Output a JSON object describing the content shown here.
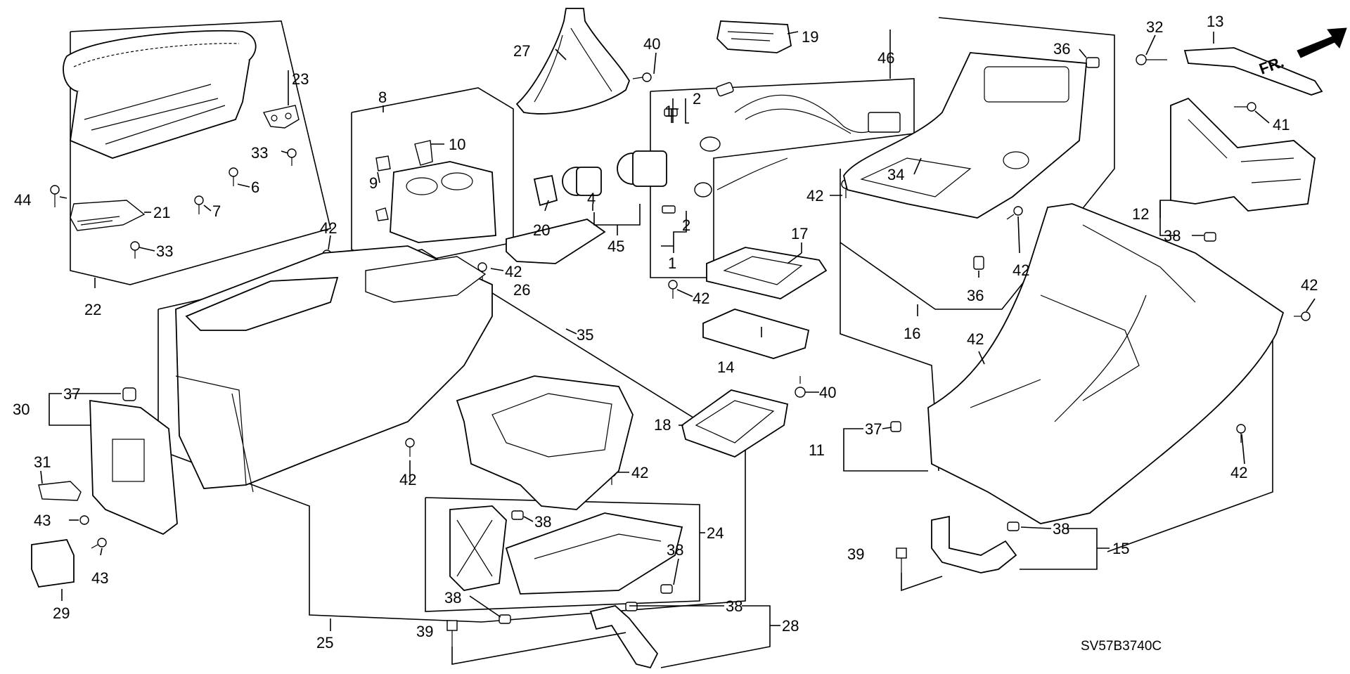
{
  "diagram": {
    "code": "SV57B3740C",
    "direction_label": "FR.",
    "callouts": [
      {
        "id": "c13",
        "text": "13"
      },
      {
        "id": "c32",
        "text": "32"
      },
      {
        "id": "c41",
        "text": "41"
      },
      {
        "id": "c12",
        "text": "12"
      },
      {
        "id": "c38a",
        "text": "38"
      },
      {
        "id": "c42a",
        "text": "42"
      },
      {
        "id": "c42b",
        "text": "42"
      },
      {
        "id": "c42c",
        "text": "42"
      },
      {
        "id": "c36a",
        "text": "36"
      },
      {
        "id": "c36b",
        "text": "36"
      },
      {
        "id": "c46",
        "text": "46"
      },
      {
        "id": "c34",
        "text": "34"
      },
      {
        "id": "c42d",
        "text": "42"
      },
      {
        "id": "c16",
        "text": "16"
      },
      {
        "id": "c42e",
        "text": "42"
      },
      {
        "id": "c37a",
        "text": "37"
      },
      {
        "id": "c11",
        "text": "11"
      },
      {
        "id": "c38b",
        "text": "38"
      },
      {
        "id": "c15",
        "text": "15"
      },
      {
        "id": "c39a",
        "text": "39"
      },
      {
        "id": "c27",
        "text": "27"
      },
      {
        "id": "c40a",
        "text": "40"
      },
      {
        "id": "c19",
        "text": "19"
      },
      {
        "id": "c8",
        "text": "8"
      },
      {
        "id": "c10",
        "text": "10"
      },
      {
        "id": "c9",
        "text": "9"
      },
      {
        "id": "c2a",
        "text": "2"
      },
      {
        "id": "c1a",
        "text": "1"
      },
      {
        "id": "c20",
        "text": "20"
      },
      {
        "id": "c4",
        "text": "4"
      },
      {
        "id": "c45",
        "text": "45"
      },
      {
        "id": "c2b",
        "text": "2"
      },
      {
        "id": "c1b",
        "text": "1"
      },
      {
        "id": "c17",
        "text": "17"
      },
      {
        "id": "c42f",
        "text": "42"
      },
      {
        "id": "c42g",
        "text": "42"
      },
      {
        "id": "c42h",
        "text": "42"
      },
      {
        "id": "c26",
        "text": "26"
      },
      {
        "id": "c35",
        "text": "35"
      },
      {
        "id": "c14",
        "text": "14"
      },
      {
        "id": "c40b",
        "text": "40"
      },
      {
        "id": "c18",
        "text": "18"
      },
      {
        "id": "c42i",
        "text": "42"
      },
      {
        "id": "c42j",
        "text": "42"
      },
      {
        "id": "c23",
        "text": "23"
      },
      {
        "id": "c33a",
        "text": "33"
      },
      {
        "id": "c6",
        "text": "6"
      },
      {
        "id": "c44",
        "text": "44"
      },
      {
        "id": "c21",
        "text": "21"
      },
      {
        "id": "c7",
        "text": "7"
      },
      {
        "id": "c33b",
        "text": "33"
      },
      {
        "id": "c22",
        "text": "22"
      },
      {
        "id": "c30",
        "text": "30"
      },
      {
        "id": "c37b",
        "text": "37"
      },
      {
        "id": "c31",
        "text": "31"
      },
      {
        "id": "c43a",
        "text": "43"
      },
      {
        "id": "c43b",
        "text": "43"
      },
      {
        "id": "c29",
        "text": "29"
      },
      {
        "id": "c38c",
        "text": "38"
      },
      {
        "id": "c24",
        "text": "24"
      },
      {
        "id": "c38d",
        "text": "38"
      },
      {
        "id": "c38e",
        "text": "38"
      },
      {
        "id": "c38f",
        "text": "38"
      },
      {
        "id": "c28",
        "text": "28"
      },
      {
        "id": "c39b",
        "text": "39"
      },
      {
        "id": "c25",
        "text": "25"
      }
    ]
  }
}
